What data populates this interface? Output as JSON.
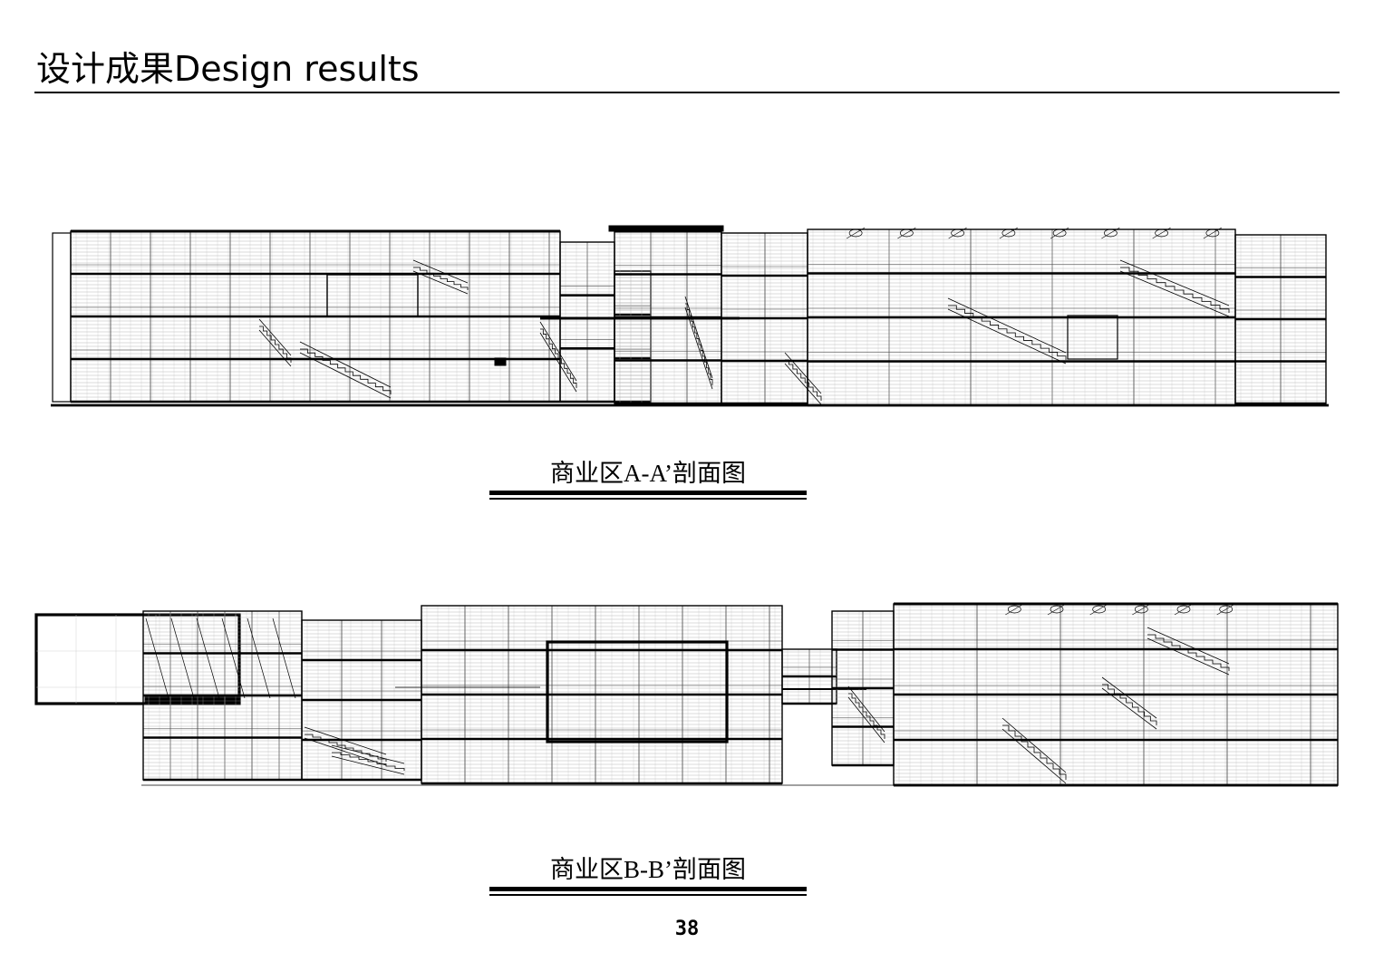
{
  "header": {
    "title": "设计成果Design results"
  },
  "sections": [
    {
      "caption": "商业区A-A’剖面图"
    },
    {
      "caption": "商业区B-B’剖面图"
    }
  ],
  "footer": {
    "page_number": "38"
  }
}
